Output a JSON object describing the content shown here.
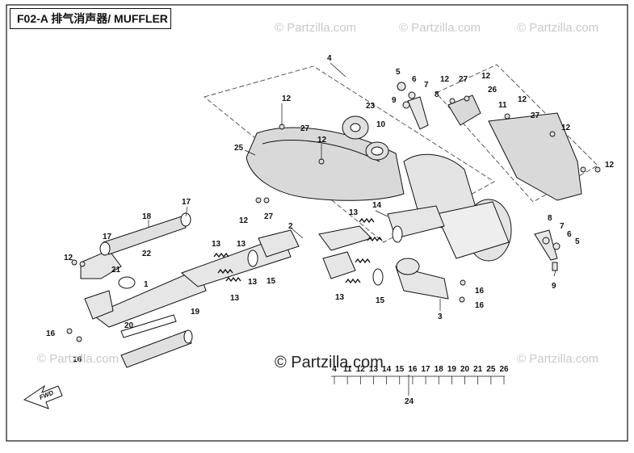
{
  "title": "F02-A 排气消声器/ MUFFLER",
  "watermarks": {
    "top_left": "© Partzilla.com",
    "top_mid": "© Partzilla.com",
    "top_right": "© Partzilla.com",
    "bottom_left": "© Partzilla.com",
    "bottom_right": "© Partzilla.com",
    "center": "© Partzilla.com"
  },
  "fwd_label": "FWD",
  "callouts": [
    {
      "id": "c4",
      "text": "4"
    },
    {
      "id": "c5a",
      "text": "5"
    },
    {
      "id": "c6a",
      "text": "6"
    },
    {
      "id": "c7a",
      "text": "7"
    },
    {
      "id": "c8a",
      "text": "8"
    },
    {
      "id": "c9a",
      "text": "9"
    },
    {
      "id": "c12a",
      "text": "12"
    },
    {
      "id": "c27a",
      "text": "27"
    },
    {
      "id": "c12b",
      "text": "12"
    },
    {
      "id": "c26",
      "text": "26"
    },
    {
      "id": "c11",
      "text": "11"
    },
    {
      "id": "c12c",
      "text": "12"
    },
    {
      "id": "c27b",
      "text": "27"
    },
    {
      "id": "c12d",
      "text": "12"
    },
    {
      "id": "c12e",
      "text": "12"
    },
    {
      "id": "c23",
      "text": "23"
    },
    {
      "id": "c10",
      "text": "10"
    },
    {
      "id": "c12f",
      "text": "12"
    },
    {
      "id": "c27c",
      "text": "27"
    },
    {
      "id": "c12g",
      "text": "12"
    },
    {
      "id": "c25",
      "text": "25"
    },
    {
      "id": "c12h",
      "text": "12"
    },
    {
      "id": "c27d",
      "text": "27"
    },
    {
      "id": "c17a",
      "text": "17"
    },
    {
      "id": "c18",
      "text": "18"
    },
    {
      "id": "c17b",
      "text": "17"
    },
    {
      "id": "c14",
      "text": "14"
    },
    {
      "id": "c13a",
      "text": "13"
    },
    {
      "id": "c2",
      "text": "2"
    },
    {
      "id": "c8b",
      "text": "8"
    },
    {
      "id": "c7b",
      "text": "7"
    },
    {
      "id": "c6b",
      "text": "6"
    },
    {
      "id": "c5b",
      "text": "5"
    },
    {
      "id": "c9b",
      "text": "9"
    },
    {
      "id": "c12i",
      "text": "12"
    },
    {
      "id": "c21",
      "text": "21"
    },
    {
      "id": "c22",
      "text": "22"
    },
    {
      "id": "c1",
      "text": "1"
    },
    {
      "id": "c13b",
      "text": "13"
    },
    {
      "id": "c13c",
      "text": "13"
    },
    {
      "id": "c13d",
      "text": "13"
    },
    {
      "id": "c15a",
      "text": "15"
    },
    {
      "id": "c13e",
      "text": "13"
    },
    {
      "id": "c13f",
      "text": "13"
    },
    {
      "id": "c15b",
      "text": "15"
    },
    {
      "id": "c16a",
      "text": "16"
    },
    {
      "id": "c16b",
      "text": "16"
    },
    {
      "id": "c3",
      "text": "3"
    },
    {
      "id": "c19",
      "text": "19"
    },
    {
      "id": "c20",
      "text": "20"
    },
    {
      "id": "c16c",
      "text": "16"
    },
    {
      "id": "c16d",
      "text": "16"
    },
    {
      "id": "c24",
      "text": "24"
    }
  ],
  "legend_24_items": [
    "4",
    "11",
    "12",
    "13",
    "14",
    "15",
    "16",
    "17",
    "18",
    "19",
    "20",
    "21",
    "25",
    "26"
  ]
}
